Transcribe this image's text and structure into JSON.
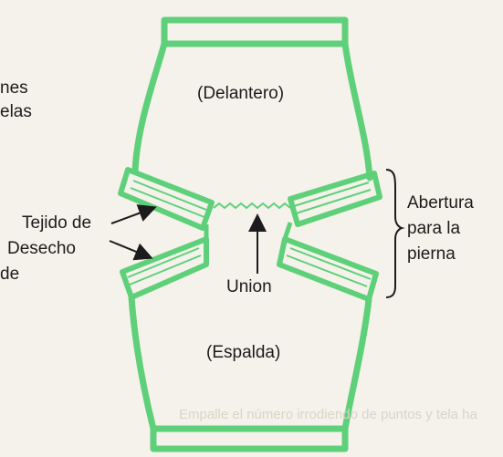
{
  "labels": {
    "front": "(Delantero)",
    "back": "(Espalda)",
    "waste_line1": "Tejido de",
    "waste_line2": "Desecho",
    "union": "Union",
    "leg_opening_line1": "Abertura",
    "leg_opening_line2": "para  la",
    "leg_opening_line3": "pierna",
    "cut_off_1": "nes",
    "cut_off_2": "elas",
    "cut_off_3": "de",
    "background_fragment": "Empalle el número irrodiendo de puntos y tela ha"
  },
  "colors": {
    "background": "#f4f2ea",
    "garment_outline": "#5fd07a",
    "arrows": "#1c1c1c"
  }
}
